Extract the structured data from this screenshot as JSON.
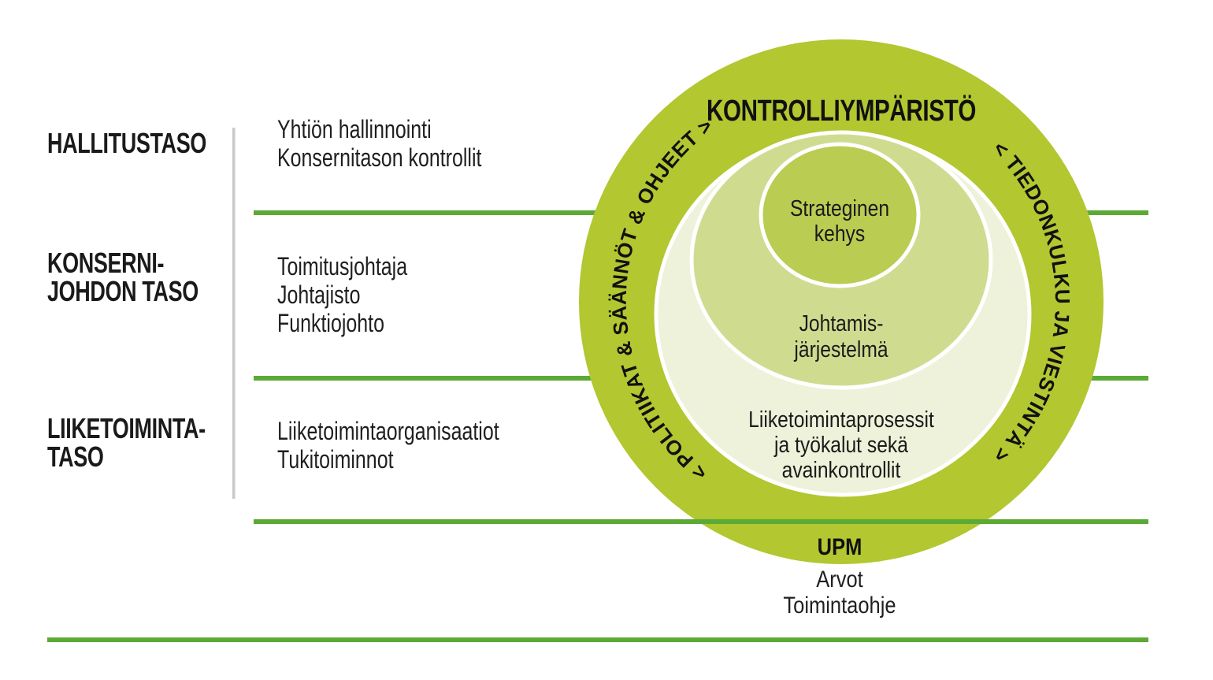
{
  "left_panel": {
    "rows": [
      {
        "label_lines": [
          "HALLITUSTASO"
        ],
        "detail_lines": [
          "Yhtiön hallinnointi",
          "Konsernitason kontrollit"
        ]
      },
      {
        "label_lines": [
          "KONSERNI-",
          "JOHDON TASO"
        ],
        "detail_lines": [
          "Toimitusjohtaja",
          "Johtajisto",
          "Funktiojohto"
        ]
      },
      {
        "label_lines": [
          "LIIKETOIMINTA-",
          "TASO"
        ],
        "detail_lines": [
          "Liiketoimintaorganisaatiot",
          "Tukitoiminnot"
        ]
      }
    ]
  },
  "diagram": {
    "ring_title": "KONTROLLIYMPÄRISTÖ",
    "left_arc_label": "< POLITIIKAT & SÄÄNNÖT & OHJEET >",
    "right_arc_label": "< TIEDONKULKU JA VIESTINTÄ >",
    "inner_circle_lines": [
      "Strateginen",
      "kehys"
    ],
    "middle_circle_lines": [
      "Johtamis-",
      "järjestelmä"
    ],
    "pale_circle_lines": [
      "Liiketoimintaprosessit",
      "ja työkalut sekä",
      "avainkontrollit"
    ],
    "base_label": "UPM",
    "base_lines": [
      "Arvot",
      "Toimintaohje"
    ]
  },
  "colors": {
    "ring_green": "#b2c730",
    "inner_circle_green": "#bacc52",
    "middle_circle_green": "#cfdc90",
    "pale_circle_green": "#eef2da",
    "line_green": "#5caa36",
    "divider_gray": "#c9c9c9",
    "text_black": "#1a1a1a"
  }
}
